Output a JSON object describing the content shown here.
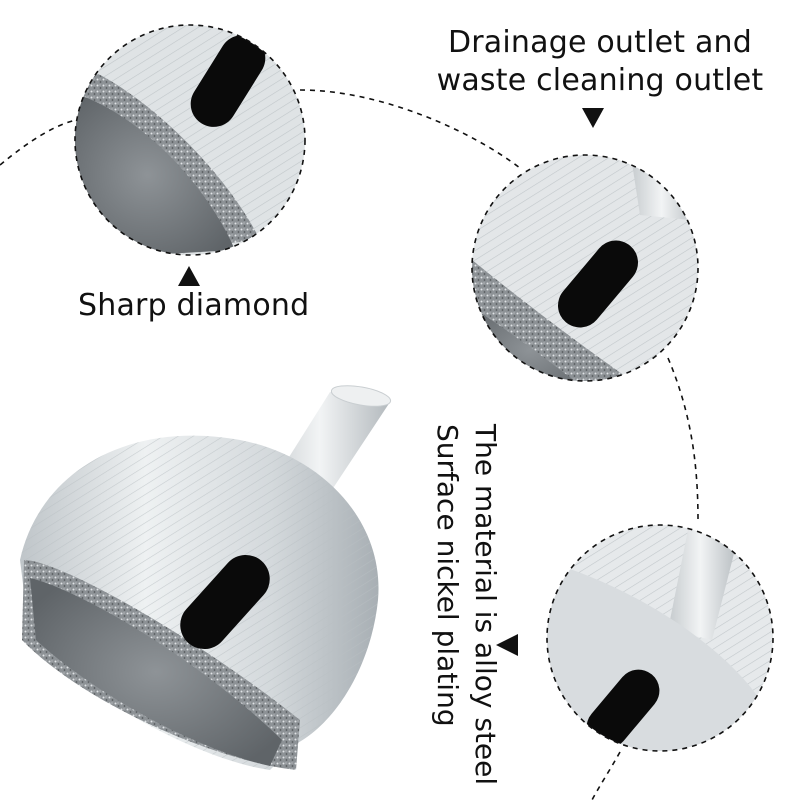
{
  "callouts": {
    "drainage_line1": "Drainage outlet and",
    "drainage_line2": "waste cleaning outlet",
    "diamond": "Sharp diamond",
    "material_line1": "The material is alloy steel",
    "material_line2": "Surface nickel plating"
  },
  "colors": {
    "metal_light": "#e9ecee",
    "metal_mid": "#c7ccd0",
    "metal_dark": "#9aa1a6",
    "diamond_grit": "#8c9194",
    "slot": "#0a0a0a",
    "text": "#111111"
  },
  "icons": [
    "arrow-down-icon",
    "arrow-up-icon",
    "arrow-left-icon"
  ]
}
